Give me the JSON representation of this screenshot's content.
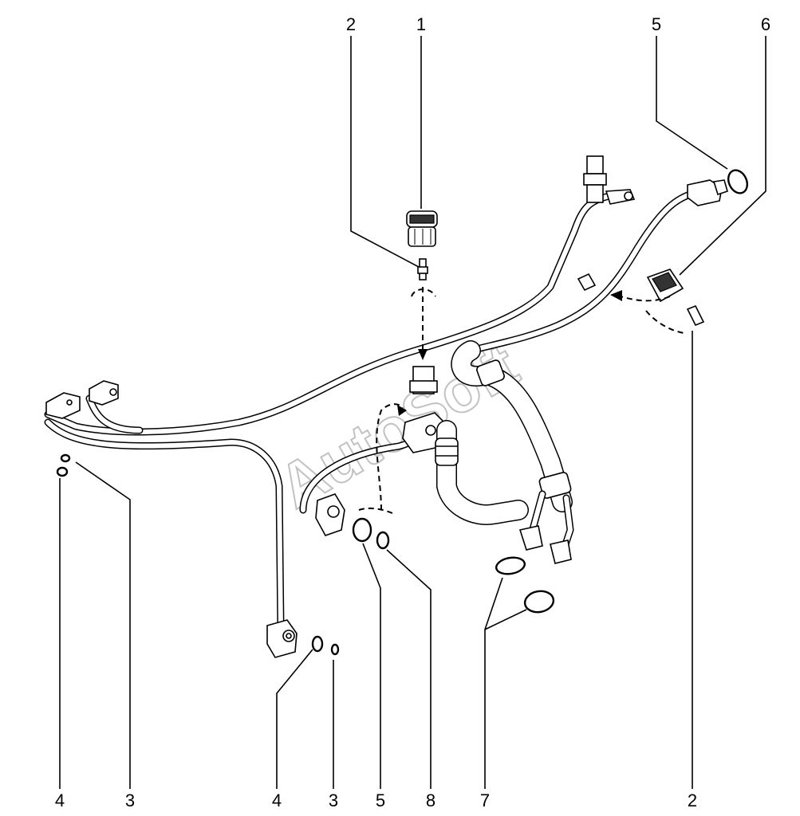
{
  "diagram": {
    "callouts_top": [
      {
        "id": "c2a",
        "label": "2"
      },
      {
        "id": "c1",
        "label": "1"
      },
      {
        "id": "c5a",
        "label": "5"
      },
      {
        "id": "c6",
        "label": "6"
      }
    ],
    "callouts_bottom": [
      {
        "id": "c4a",
        "label": "4"
      },
      {
        "id": "c3a",
        "label": "3"
      },
      {
        "id": "c4b",
        "label": "4"
      },
      {
        "id": "c3b",
        "label": "3"
      },
      {
        "id": "c5b",
        "label": "5"
      },
      {
        "id": "c8",
        "label": "8"
      },
      {
        "id": "c7",
        "label": "7"
      },
      {
        "id": "c2b",
        "label": "2"
      }
    ],
    "watermark": "AutoSoft",
    "line_color": "#000000",
    "watermark_color": "#b8b8b8"
  }
}
